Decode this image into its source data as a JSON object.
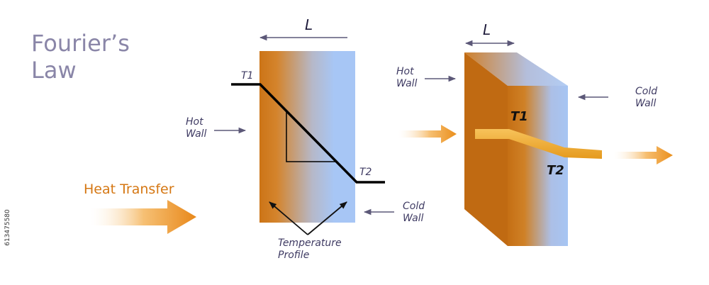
{
  "title_line1": "Fourier’s",
  "title_line2": "Law",
  "heat_transfer_label": "Heat Transfer",
  "left_diagram": {
    "length_label": "L",
    "t1_label": "T1",
    "t2_label": "T2",
    "hot_wall_line1": "Hot",
    "hot_wall_line2": "Wall",
    "cold_wall_line1": "Cold",
    "cold_wall_line2": "Wall",
    "profile_line1": "Temperature",
    "profile_line2": "Profile"
  },
  "right_diagram": {
    "length_label": "L",
    "t1_label": "T1",
    "t2_label": "T2",
    "hot_wall_line1": "Hot",
    "hot_wall_line2": "Wall",
    "cold_wall_line1": "Cold",
    "cold_wall_line2": "Wall"
  },
  "side_credit": "613475580",
  "colors": {
    "hot": "#c9761d",
    "cold": "#a7c6f5",
    "arrow": "#5c5878",
    "heat_arrow": "#ea8f1c",
    "title": "#8a86a8"
  }
}
